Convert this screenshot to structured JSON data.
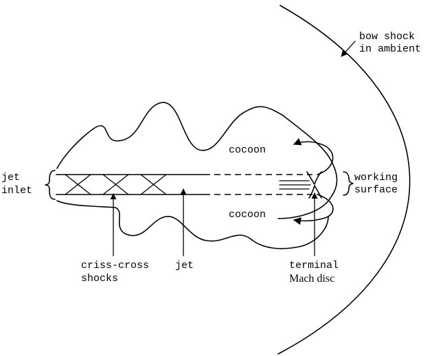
{
  "labels": {
    "bow_shock_line1": "bow shock",
    "bow_shock_line2": "in ambient",
    "jet_inlet_line1": "jet",
    "jet_inlet_line2": "inlet",
    "cocoon_upper": "cocoon",
    "cocoon_lower": "cocoon",
    "working_surface_line1": "working",
    "working_surface_line2": "surface",
    "criss_cross_line1": "criss-cross",
    "criss_cross_line2": "shocks",
    "jet": "jet",
    "terminal_line1": "terminal",
    "terminal_line2": "Mach disc"
  },
  "colors": {
    "ink": "#000000",
    "background": "#ffffff"
  }
}
